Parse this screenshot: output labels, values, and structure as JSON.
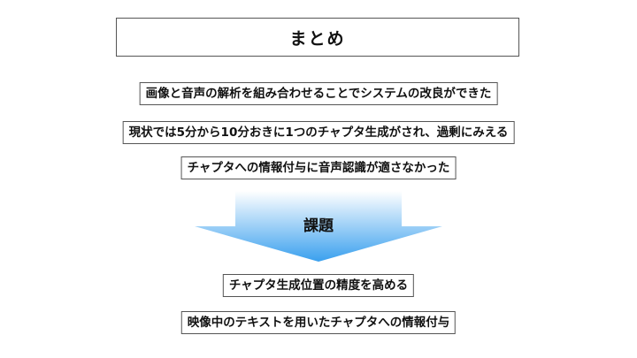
{
  "title": "まとめ",
  "summary_points": [
    "画像と音声の解析を組み合わせることでシステムの改良ができた",
    "現状では5分から10分おきに1つのチャプタ生成がされ、過剰にみえる",
    "チャプタへの情報付与に音声認識が適さなかった"
  ],
  "arrow": {
    "label": "課題",
    "color_top": "#ffffff",
    "color_bottom": "#3aa0ee"
  },
  "issues": [
    "チャプタ生成位置の精度を高める",
    "映像中のテキストを用いたチャプタへの情報付与"
  ]
}
